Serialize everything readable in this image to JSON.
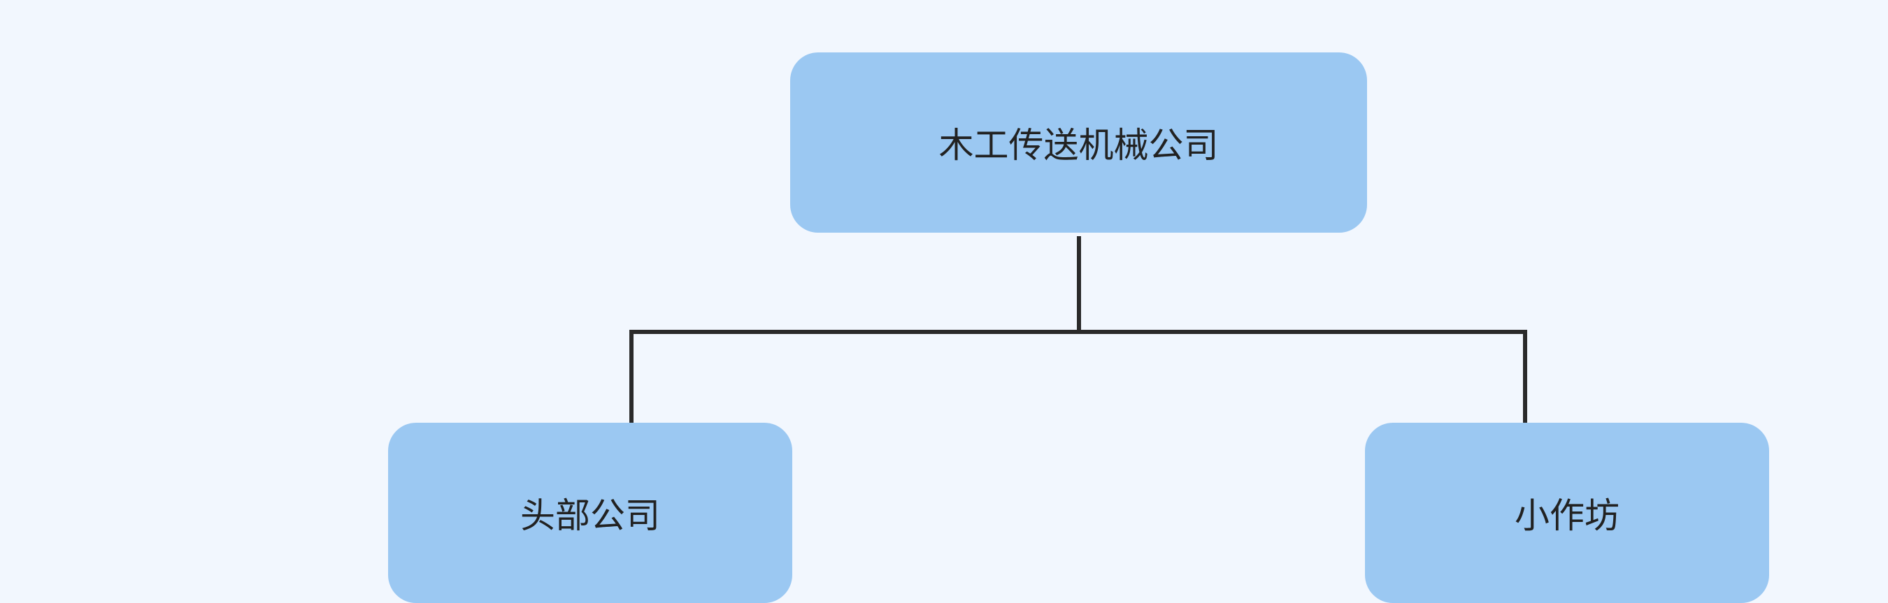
{
  "org_chart": {
    "root": {
      "label": "木工传送机械公司"
    },
    "children": [
      {
        "label": "头部公司"
      },
      {
        "label": "小作坊"
      }
    ]
  },
  "colors": {
    "background": "#f2f7fe",
    "node_fill": "#9bc8f2",
    "connector": "#2a2a2a",
    "text": "#222222"
  }
}
